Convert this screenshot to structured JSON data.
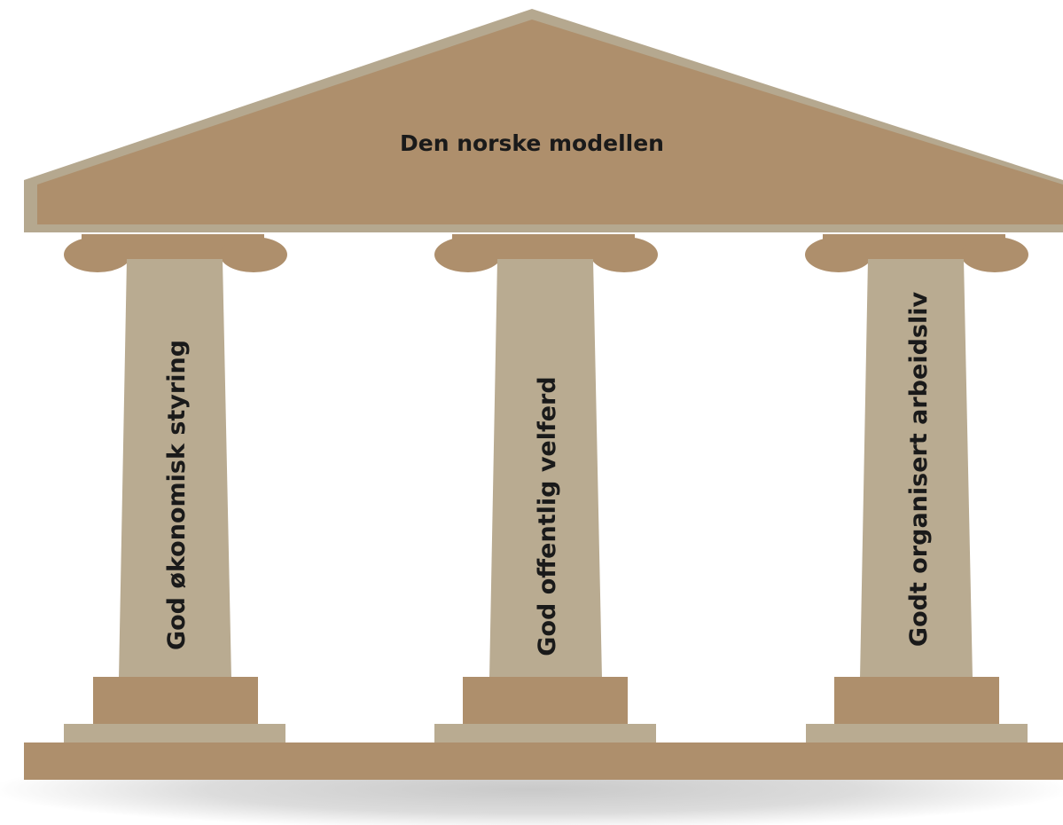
{
  "roof": {
    "title": "Den norske modellen"
  },
  "pillars": [
    {
      "label": "God økonomisk styring"
    },
    {
      "label": "God offentlig velferd"
    },
    {
      "label": "Godt organisert arbeidsliv"
    }
  ],
  "colors": {
    "roof_fill": "#ae8f6c",
    "roof_border": "#b5a88f",
    "shaft": "#b9ab91",
    "capital": "#ae8f6c",
    "plinth_upper": "#ae8f6c",
    "plinth_lower": "#b9ab91",
    "base": "#ae8f6c",
    "shadow": "#d6d6d6",
    "text": "#1a1a1a"
  }
}
